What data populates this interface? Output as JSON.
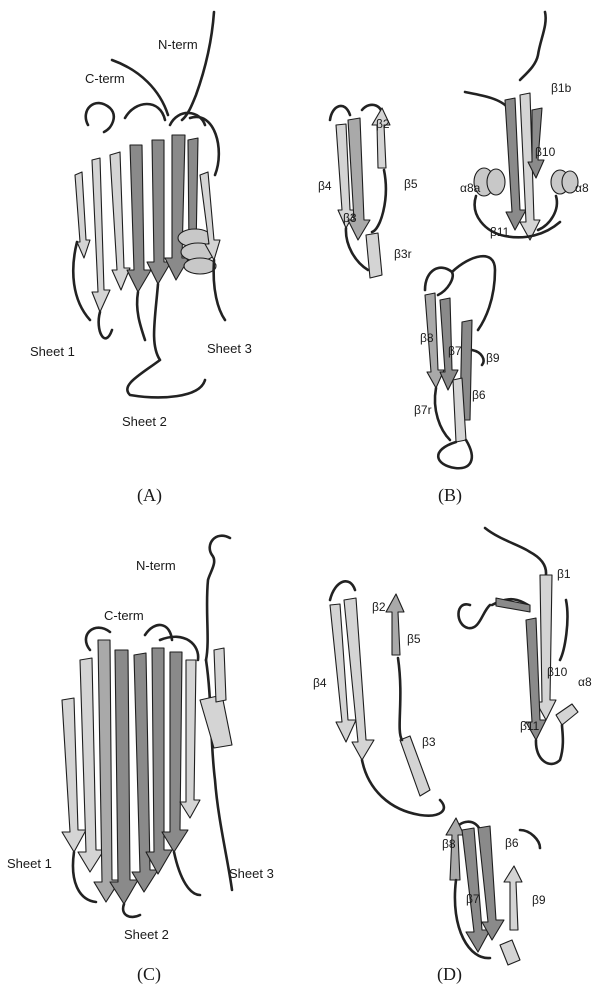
{
  "panels": {
    "A": {
      "caption": "(A)",
      "labels": {
        "n_term": "N-term",
        "c_term": "C-term",
        "sheet1": "Sheet 1",
        "sheet2": "Sheet 2",
        "sheet3": "Sheet 3"
      }
    },
    "B": {
      "caption": "(B)",
      "labels": {
        "b1b": "β1b",
        "b2": "β2",
        "b3": "β3",
        "b3r": "β3r",
        "b4": "β4",
        "b5": "β5",
        "b6": "β6",
        "b7": "β7",
        "b7r": "β7r",
        "b8": "β8",
        "b9": "β9",
        "b10": "β10",
        "b11": "β11",
        "a8": "α8",
        "a8a": "α8a"
      }
    },
    "C": {
      "caption": "(C)",
      "labels": {
        "n_term": "N-term",
        "c_term": "C-term",
        "sheet1": "Sheet 1",
        "sheet2": "Sheet 2",
        "sheet3": "Sheet 3"
      }
    },
    "D": {
      "caption": "(D)",
      "labels": {
        "b1": "β1",
        "b2": "β2",
        "b3": "β3",
        "b4": "β4",
        "b5": "β5",
        "b6": "β6",
        "b7": "β7",
        "b8": "β8",
        "b9": "β9",
        "b10": "β10",
        "b11": "β11",
        "a8": "α8"
      }
    }
  }
}
